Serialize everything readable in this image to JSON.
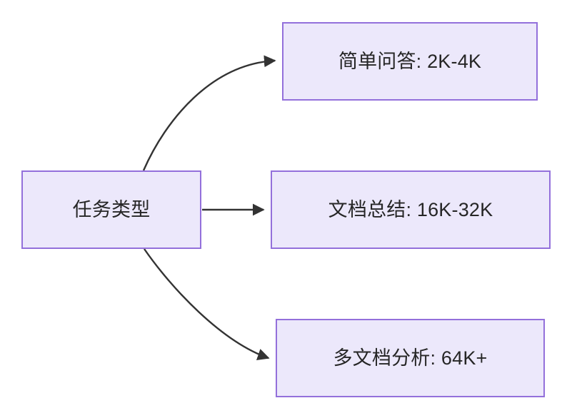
{
  "diagram": {
    "type": "flowchart",
    "direction": "left-to-right",
    "background_color": "#ffffff",
    "node_fill_color": "#ece8fb",
    "node_border_color": "#9370db",
    "node_text_color": "#262626",
    "edge_color": "#333333",
    "nodes": [
      {
        "id": "root",
        "label": "任务类型"
      },
      {
        "id": "simple_qa",
        "label": "简单问答: 2K-4K"
      },
      {
        "id": "doc_summary",
        "label": "文档总结: 16K-32K"
      },
      {
        "id": "multi_doc",
        "label": "多文档分析: 64K+"
      }
    ],
    "edges": [
      {
        "from": "root",
        "to": "simple_qa",
        "label": "",
        "style": "curved-up"
      },
      {
        "from": "root",
        "to": "doc_summary",
        "label": "",
        "style": "straight"
      },
      {
        "from": "root",
        "to": "multi_doc",
        "label": "",
        "style": "curved-down"
      }
    ]
  }
}
